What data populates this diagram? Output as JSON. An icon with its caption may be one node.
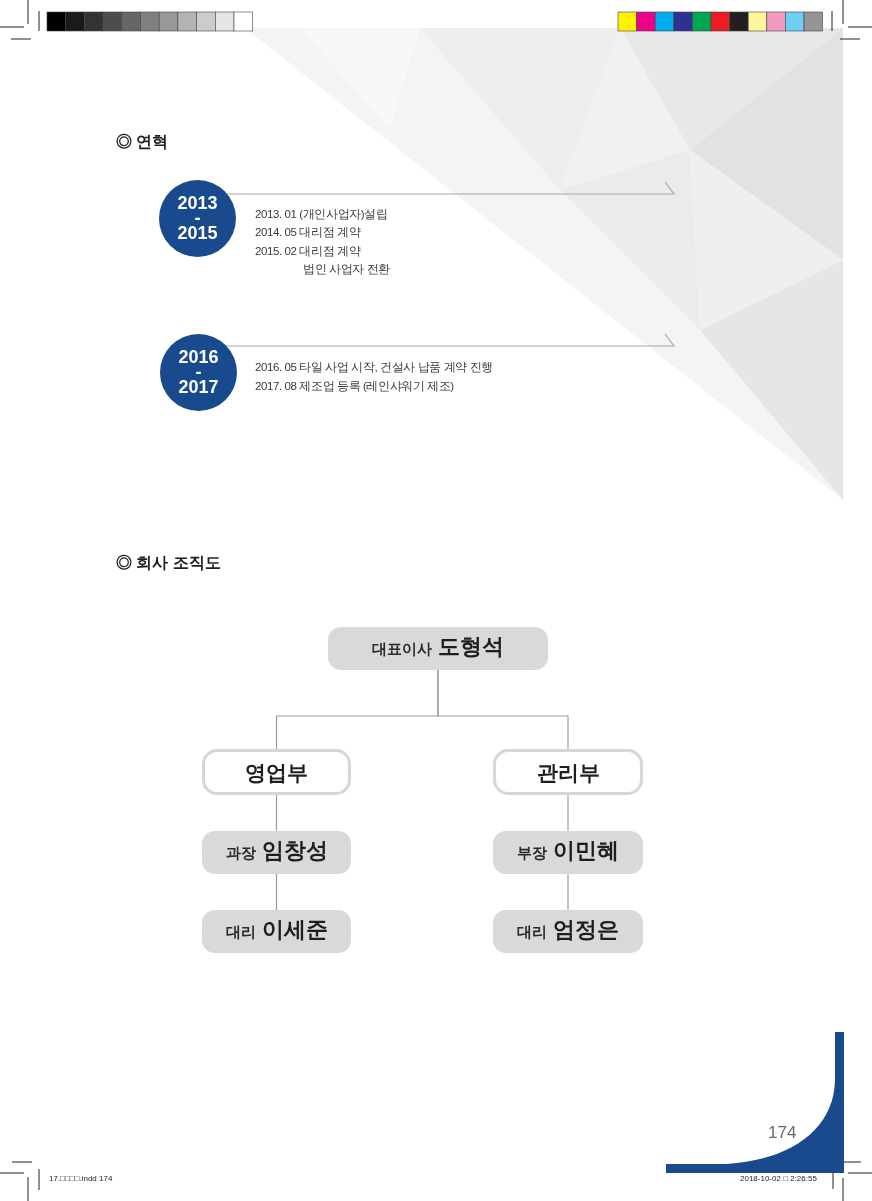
{
  "diagram": {
    "nodes": [
      {
        "text": [
          "2013 - 2015"
        ],
        "beside": [
          "2013. 01 (개인사업자)설립",
          "2014. 05 대리점 계약",
          "2015. 02 대리점 계약",
          "법인 사업자 전환"
        ]
      },
      {
        "text": [
          "2016 - 2017"
        ],
        "beside": [
          "2016. 05 타일 사업 시작, 건설사 납품 계약 진행",
          "2017. 08 제조업 등록 (레인샤워기 제조)"
        ]
      },
      {
        "text": [
          "대표이사",
          "도형석"
        ]
      },
      {
        "text": [
          "영업부"
        ]
      },
      {
        "text": [
          "관리부"
        ]
      },
      {
        "text": [
          "과장",
          "임창성"
        ]
      },
      {
        "text": [
          "부장",
          "이민혜"
        ]
      },
      {
        "text": [
          "대리",
          "이세준"
        ]
      },
      {
        "text": [
          "대리",
          "엄정은"
        ]
      }
    ],
    "edges": [
      {
        "from": 2,
        "to": 3,
        "arrow": "none"
      },
      {
        "from": 2,
        "to": 4,
        "arrow": "none"
      },
      {
        "from": 3,
        "to": 5,
        "arrow": "none"
      },
      {
        "from": 5,
        "to": 7,
        "arrow": "none"
      },
      {
        "from": 4,
        "to": 6,
        "arrow": "none"
      },
      {
        "from": 6,
        "to": 8,
        "arrow": "none"
      }
    ],
    "labels": [
      "◎ 연혁",
      "◎ 회사 조직도",
      "174",
      "17.□□□□.indd 174",
      "2018-10-02 □ 2:26:55"
    ]
  }
}
